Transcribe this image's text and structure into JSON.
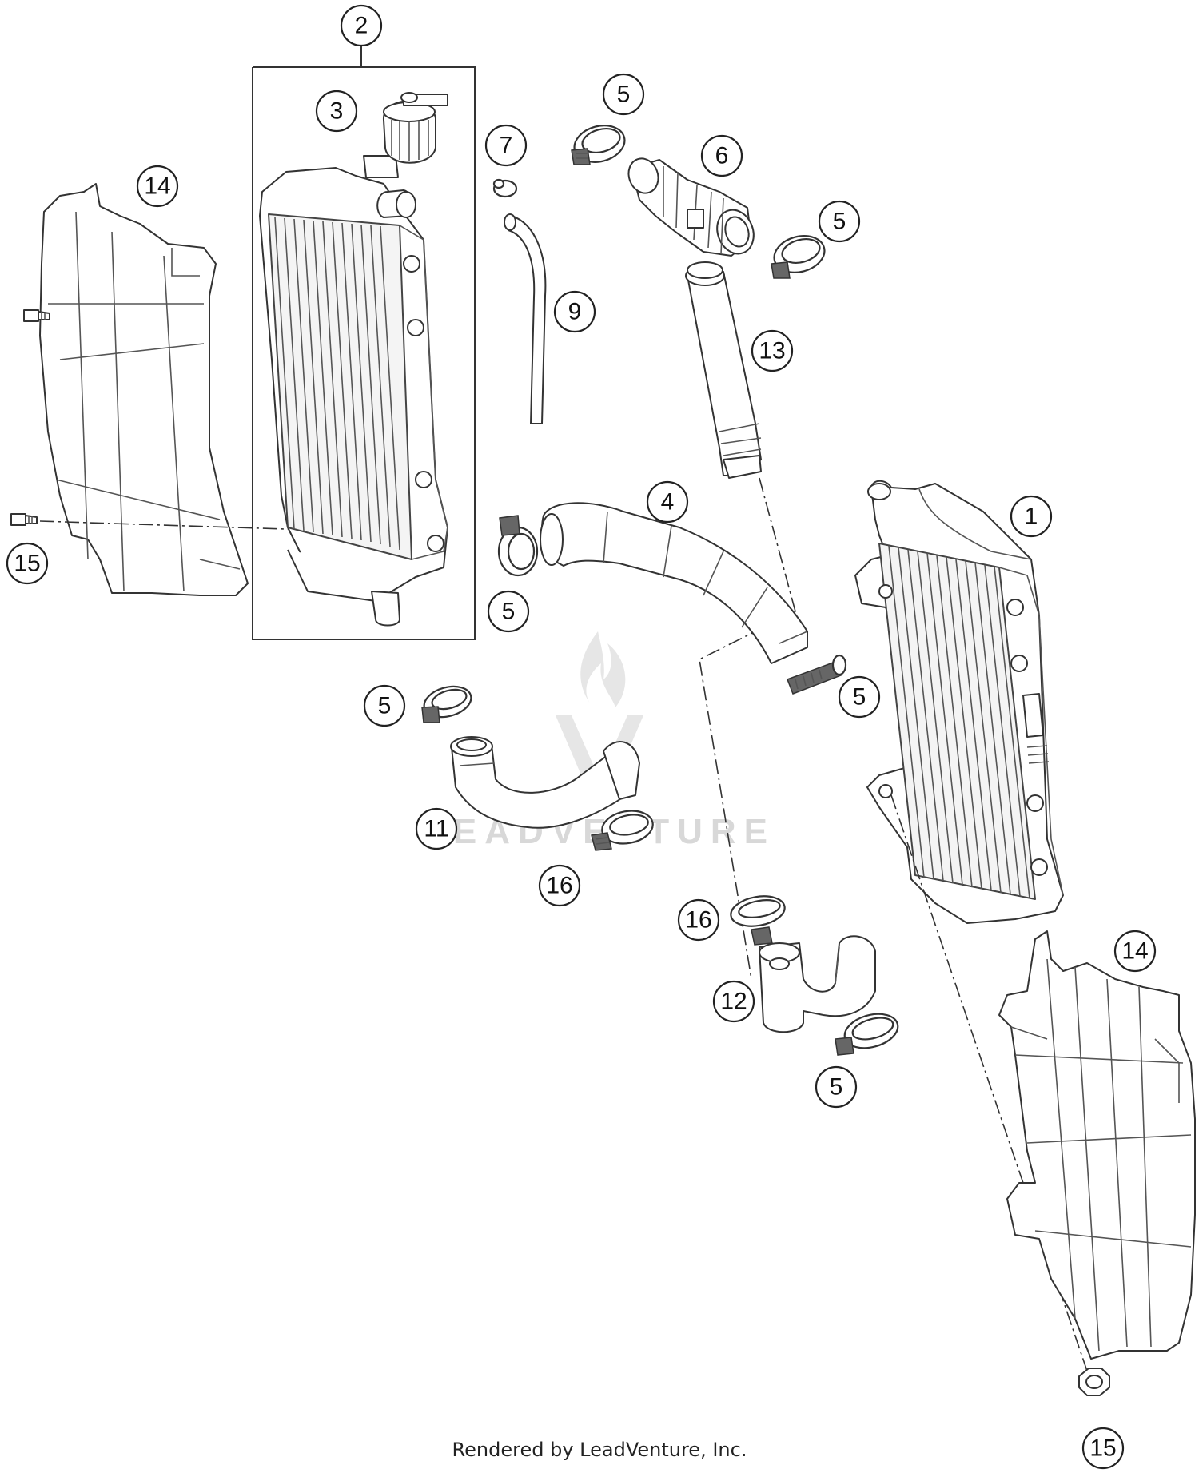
{
  "callouts": [
    {
      "id": "c1",
      "label": "1"
    },
    {
      "id": "c2",
      "label": "2"
    },
    {
      "id": "c3",
      "label": "3"
    },
    {
      "id": "c4",
      "label": "4"
    },
    {
      "id": "c5a",
      "label": "5"
    },
    {
      "id": "c5b",
      "label": "5"
    },
    {
      "id": "c5c",
      "label": "5"
    },
    {
      "id": "c5d",
      "label": "5"
    },
    {
      "id": "c5e",
      "label": "5"
    },
    {
      "id": "c5f",
      "label": "5"
    },
    {
      "id": "c6",
      "label": "6"
    },
    {
      "id": "c7",
      "label": "7"
    },
    {
      "id": "c9",
      "label": "9"
    },
    {
      "id": "c11",
      "label": "11"
    },
    {
      "id": "c12",
      "label": "12"
    },
    {
      "id": "c13",
      "label": "13"
    },
    {
      "id": "c14a",
      "label": "14"
    },
    {
      "id": "c14b",
      "label": "14"
    },
    {
      "id": "c15a",
      "label": "15"
    },
    {
      "id": "c15b",
      "label": "15"
    },
    {
      "id": "c16a",
      "label": "16"
    },
    {
      "id": "c16b",
      "label": "16"
    }
  ],
  "watermark": {
    "text": "LEADVENTURE"
  },
  "footer": {
    "text": "Rendered by LeadVenture, Inc."
  }
}
